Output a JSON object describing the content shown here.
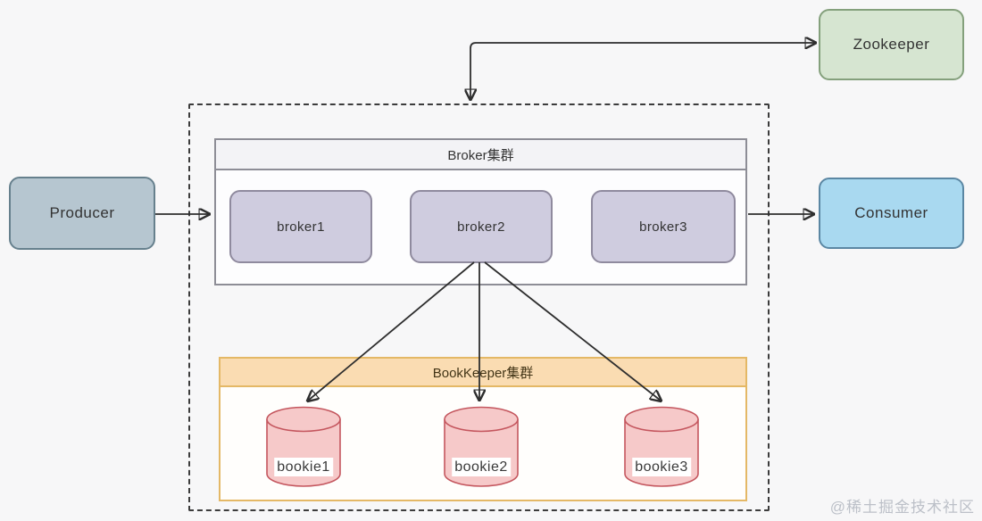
{
  "watermark": "@稀土掘金技术社区",
  "nodes": {
    "producer": {
      "label": "Producer"
    },
    "consumer": {
      "label": "Consumer"
    },
    "zookeeper": {
      "label": "Zookeeper"
    },
    "broker_cluster": {
      "title": "Broker集群",
      "brokers": [
        {
          "label": "broker1"
        },
        {
          "label": "broker2"
        },
        {
          "label": "broker3"
        }
      ]
    },
    "bookkeeper_cluster": {
      "title": "BookKeeper集群",
      "bookies": [
        {
          "label": "bookie1"
        },
        {
          "label": "bookie2"
        },
        {
          "label": "bookie3"
        }
      ]
    }
  },
  "edges": [
    {
      "from": "Producer",
      "to": "Broker集群",
      "bidirectional": false
    },
    {
      "from": "Broker集群",
      "to": "Consumer",
      "bidirectional": false
    },
    {
      "from": "Broker集群",
      "to": "Zookeeper",
      "bidirectional": true
    },
    {
      "from": "broker2",
      "to": "bookie1",
      "bidirectional": false
    },
    {
      "from": "broker2",
      "to": "bookie2",
      "bidirectional": false
    },
    {
      "from": "broker2",
      "to": "bookie3",
      "bidirectional": false
    }
  ],
  "colors": {
    "canvas-bg": "#f7f7f8",
    "text": "#333333",
    "edge": "#2e2e2e",
    "dashed-border": "#3c3c3c",
    "producer-fill": "#b6c6d0",
    "producer-border": "#66808d",
    "consumer-fill": "#a9d9f0",
    "consumer-border": "#5b87a3",
    "zookeeper-fill": "#d6e5d1",
    "zookeeper-border": "#84a07c",
    "broker-fill": "#cfccdf",
    "broker-border": "#8f8a9e",
    "lane-border": "#8d8d96",
    "lane-header-fill": "#f3f3f6",
    "lane-body-fill": "#fdfdfe",
    "bk-border": "#e4b866",
    "bk-header-fill": "#fadcb2",
    "bk-body-fill": "#fffefc",
    "bookie-fill": "#f6c9c9",
    "bookie-border": "#c4565e",
    "watermark-color": "#bcc0c8"
  }
}
